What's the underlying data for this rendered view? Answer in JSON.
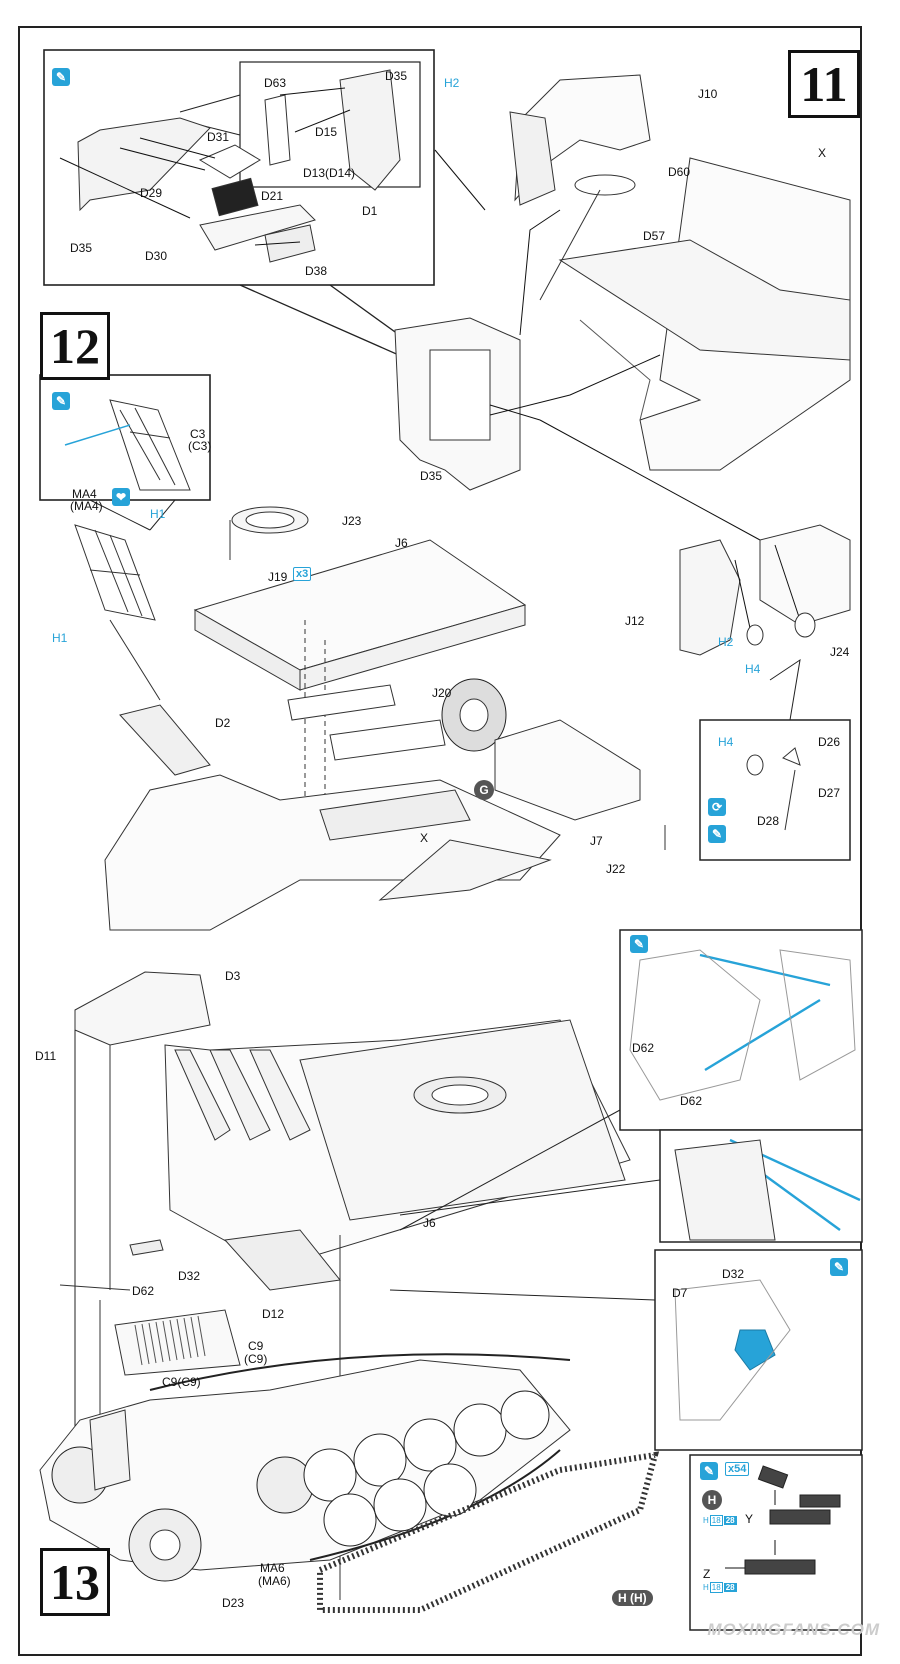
{
  "steps": {
    "s11": "11",
    "s12": "12",
    "s13": "13"
  },
  "step11": {
    "inset_labels": [
      "D63",
      "D35",
      "D31",
      "D15",
      "D13(D14)",
      "D29",
      "D21",
      "D1",
      "D35",
      "D30",
      "D38"
    ],
    "main_labels": {
      "h2": "H2",
      "j10": "J10",
      "x": "X",
      "d60": "D60",
      "d57": "D57",
      "d35": "D35"
    }
  },
  "step12": {
    "inset_labels": {
      "c3": "C3",
      "c3p": "(C3)",
      "ma4": "MA4",
      "ma4p": "(MA4)",
      "h1": "H1"
    },
    "labels": {
      "h1": "H1",
      "j23": "J23",
      "j6": "J6",
      "j19": "J19",
      "j19_count": "x3",
      "d2": "D2",
      "j20": "J20",
      "g": "G",
      "x": "X",
      "j7": "J7",
      "j22": "J22",
      "j12": "J12",
      "h2": "H2",
      "h4": "H4",
      "j24": "J24"
    },
    "sub_labels": {
      "h4": "H4",
      "d26": "D26",
      "d27": "D27",
      "d28": "D28"
    }
  },
  "step13": {
    "labels": {
      "d3": "D3",
      "d11": "D11",
      "j6": "J6",
      "d62": "D62",
      "d32": "D32",
      "d12": "D12",
      "c9": "C9",
      "c9p": "(C9)",
      "c9c9": "C9(C9)",
      "ma6": "MA6",
      "ma6p": "(MA6)",
      "d23": "D23",
      "hh": "H (H)"
    },
    "detail_labels": {
      "d62a": "D62",
      "d62b": "D62",
      "d7": "D7",
      "d32": "D32"
    },
    "track_box": {
      "count": "x54",
      "h": "H",
      "y": "Y",
      "z": "Z",
      "chip1_a": "18",
      "chip1_b": "28",
      "chip2_a": "18",
      "chip2_b": "28",
      "chip_prefix": "H"
    }
  },
  "icons": {
    "glue": "glue-icon",
    "cement_drop": "cement-drop-icon",
    "circle_g": "circle-G",
    "circle_h": "circle-H"
  },
  "colors": {
    "accent_blue": "#27a3d8",
    "line": "#222222"
  },
  "watermark": "MOXINGFANS.COM"
}
